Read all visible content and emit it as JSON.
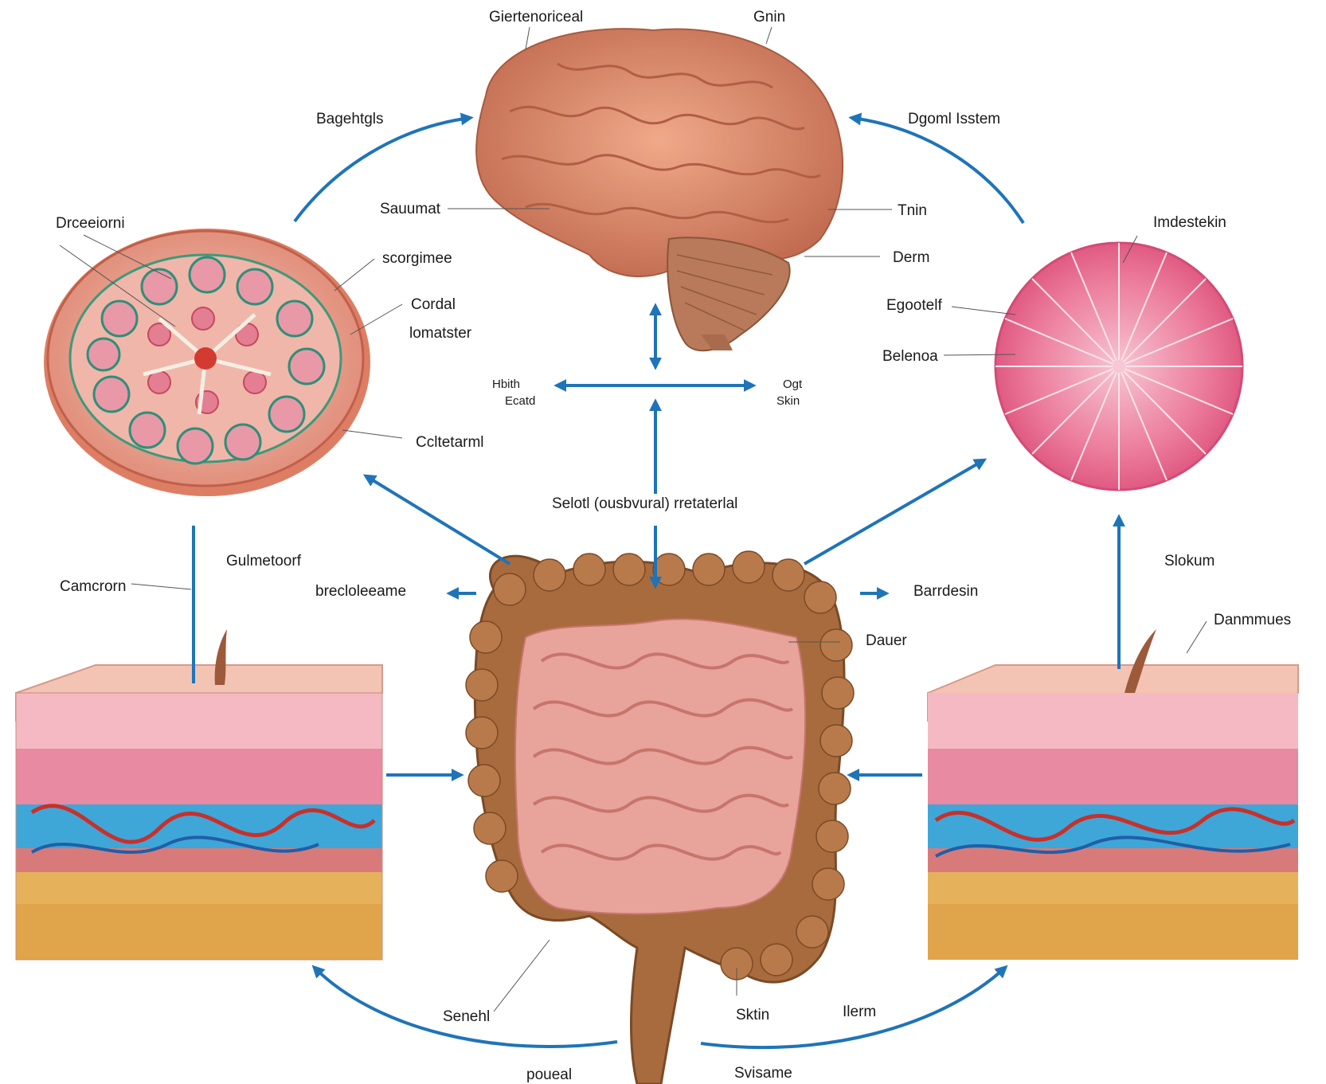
{
  "colors": {
    "arrow": "#1f74b8",
    "brain": "#d9876a",
    "intestine_small": "#e8a39b",
    "intestine_large": "#a86b3e",
    "skin_top": "#f3c3b4",
    "fat": "#e5b25b",
    "vessel_blue": "#3fa6d8",
    "vessel_red": "#c8302a",
    "disc_pink": "#e9577d"
  },
  "labels": {
    "brain_top_left": "Giertenoriceal",
    "brain_top_right": "Gnin",
    "arrow_top_left": "Bagehtgls",
    "arrow_top_right": "Dgoml Isstem",
    "brain_left": "Sauumat",
    "brain_right_1": "Tnin",
    "brain_right_2": "Derm",
    "left_disc_title": "Drceeiorni",
    "left_disc_1": "scorgimee",
    "left_disc_2": "Cordal",
    "left_disc_3": "lomatster",
    "left_disc_4": "Ccltetarml",
    "right_disc_title": "Imdestekin",
    "right_disc_1": "Egootelf",
    "right_disc_2": "Belenoa",
    "center_left_1": "Hbith",
    "center_left_2": "Ecatd",
    "center_right_1": "Ogt",
    "center_right_2": "Skin",
    "center_caption": "Selotl (ousbvural) rretaterlal",
    "left_skin_top": "Gulmetoorf",
    "left_skin_side": "Camcrorn",
    "intestine_left": "brecloleeame",
    "intestine_right": "Barrdesin",
    "intestine_right_2": "Dauer",
    "right_arrow_label": "Slokum",
    "right_skin_label": "Danmmues",
    "bottom_left": "Senehl",
    "bottom_center": "Sktin",
    "bottom_right": "Ilerm",
    "bottom_caption_left": "poueal",
    "bottom_caption_right": "Svisame"
  }
}
